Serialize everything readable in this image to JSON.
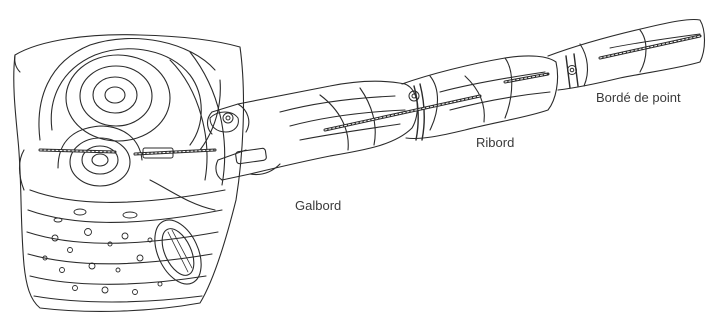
{
  "labels": {
    "galbord": "Galbord",
    "ribord": "Ribord",
    "borde_de_point": "Bordé de point"
  },
  "colors": {
    "ink": "#2b2b2b",
    "paper": "#ffffff"
  }
}
